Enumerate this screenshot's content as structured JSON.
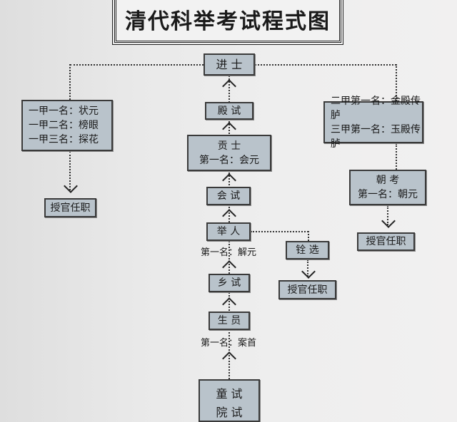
{
  "title": "清代科举考试程式图",
  "nodes": {
    "jinshi": "进 士",
    "dianshi": "殿 试",
    "gongshi": "贡 士",
    "gongshi_first": "第一名：会元",
    "huishi": "会 试",
    "juren": "举 人",
    "juren_first": "第一名：解元",
    "xiangshi": "乡 试",
    "shengyuan": "生 员",
    "shengyuan_first": "第一名：案首",
    "tongshi": "童 试",
    "yuanshi": "院 试",
    "quanxuan": "铨 选",
    "chaokao": "朝 考",
    "chaokao_first": "第一名：朝元",
    "appoint_left": "授官任职",
    "appoint_mid": "授官任职",
    "appoint_right": "授官任职"
  },
  "first_class": [
    "一甲一名：状元",
    "一甲二名：榜眼",
    "一甲三名：探花"
  ],
  "second_third_class": [
    "二甲第一名：金殿传胪",
    "三甲第一名：玉殿传胪"
  ],
  "colors": {
    "box_fill": "#b9c3cb",
    "border": "#3a3a3a",
    "background": "#ececec"
  }
}
